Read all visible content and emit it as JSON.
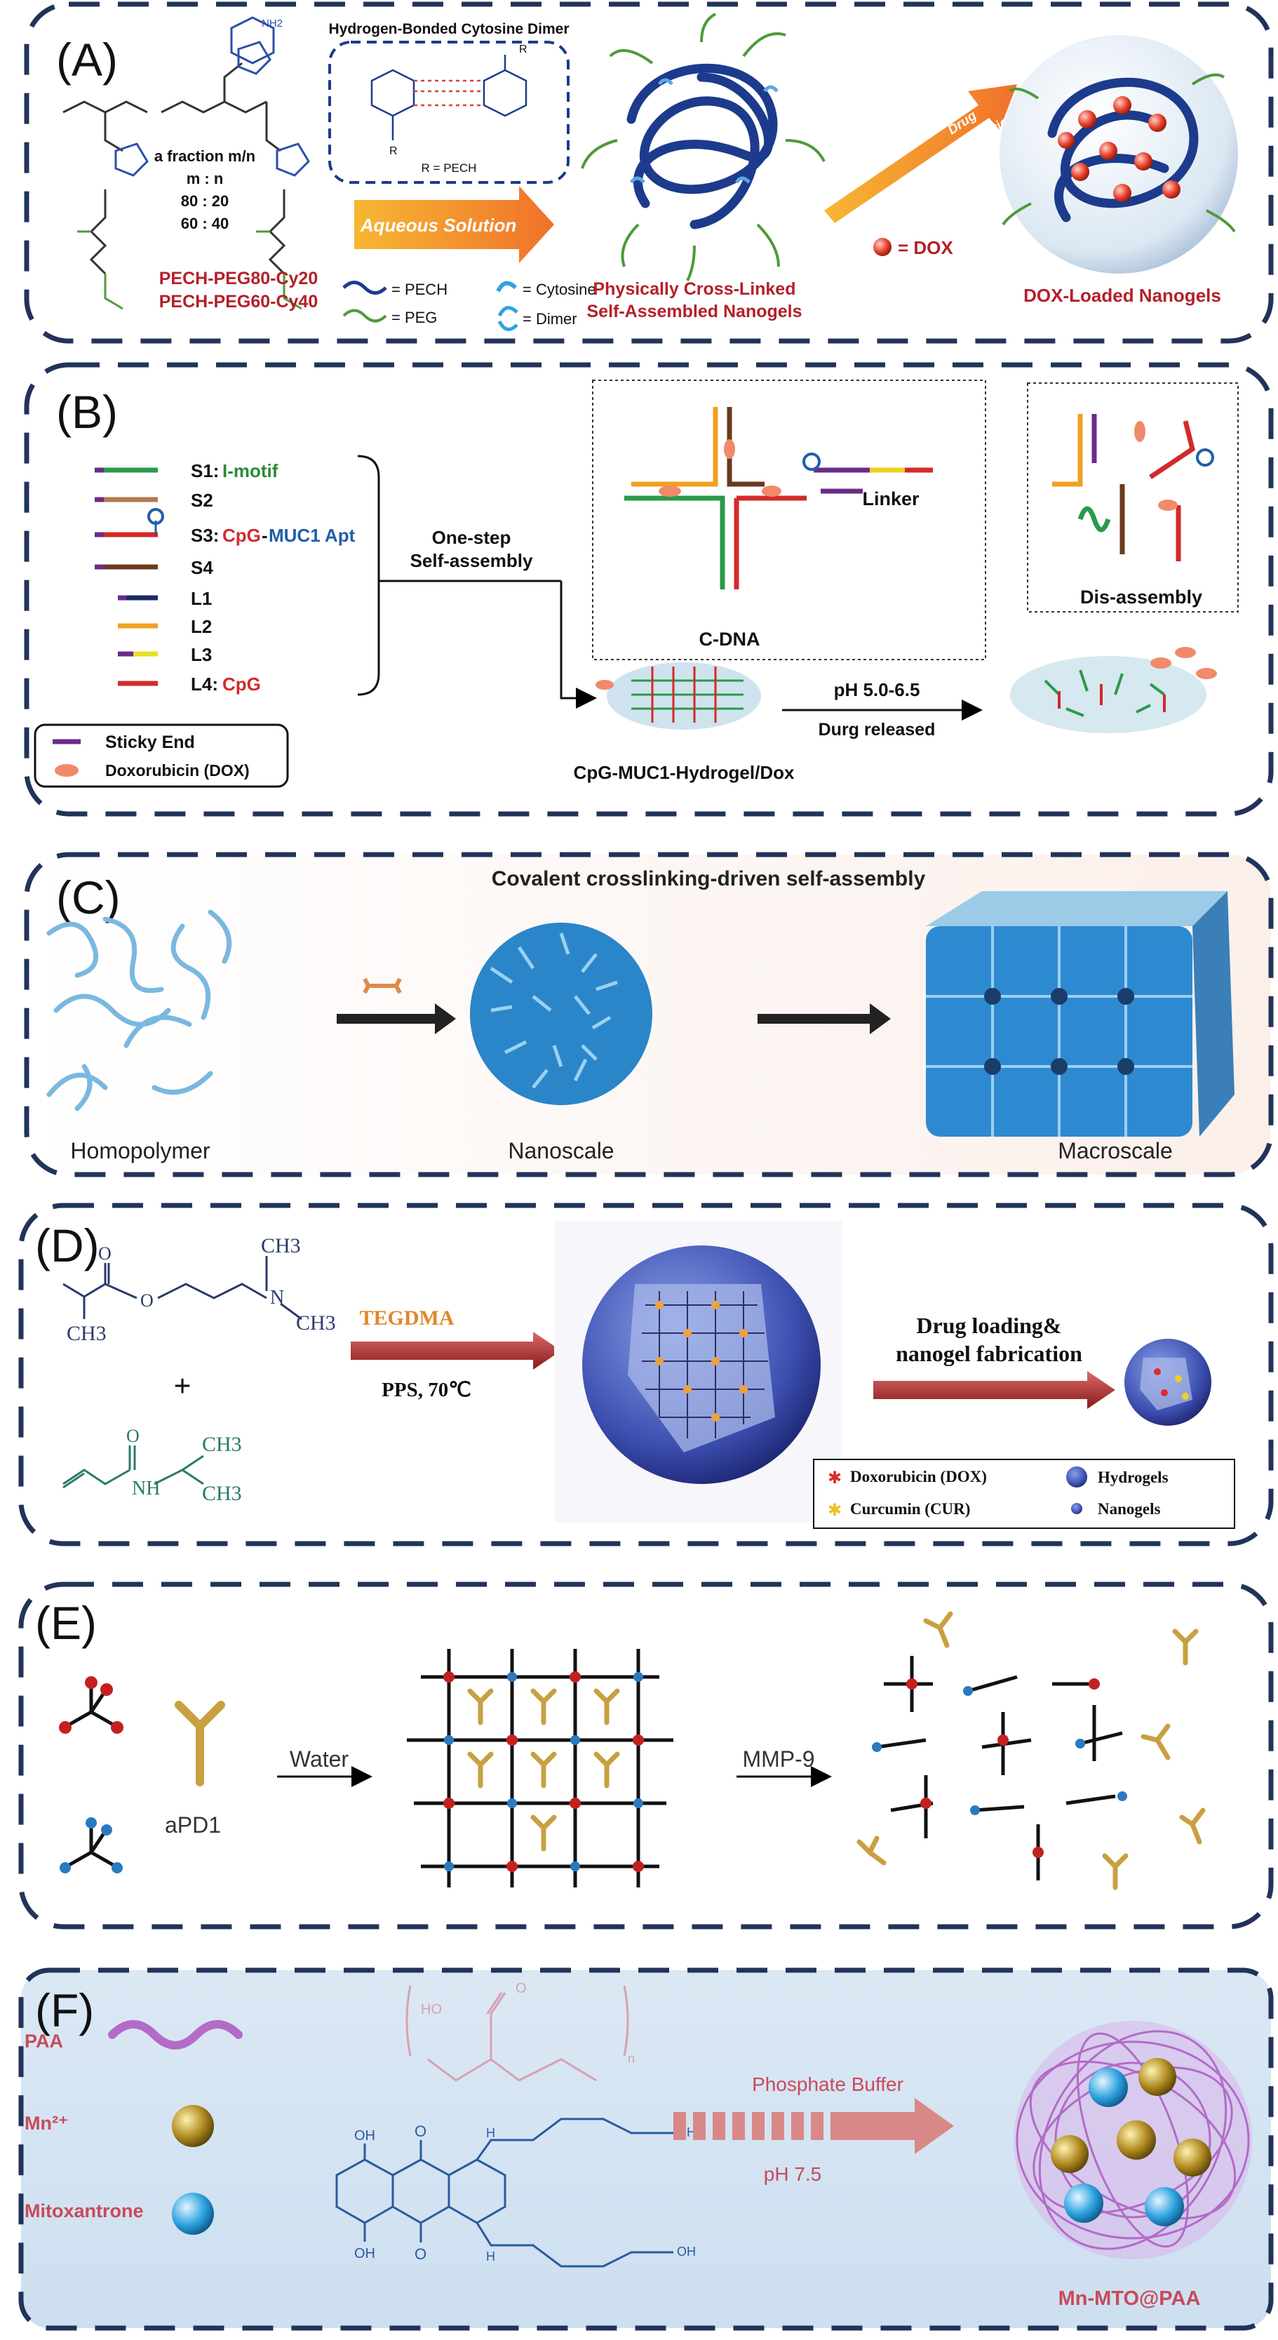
{
  "panel_a": {
    "label": "(A)",
    "dimer_title": "Hydrogen-Bonded Cytosine Dimer",
    "r_note": "R = PECH",
    "fraction_title": "a fraction m/n",
    "ratio_header": "m : n",
    "ratio_1": "80 : 20",
    "ratio_2": "60 : 40",
    "polymer_1": "PECH-PEG80-Cy20",
    "polymer_2": "PECH-PEG60-Cy40",
    "aqueous": "Aqueous Solution",
    "legend_pech": "= PECH",
    "legend_peg": "= PEG",
    "legend_cytosine": "= Cytosine",
    "legend_dimer": "= Dimer",
    "nanogel_label_1": "Physically Cross-Linked",
    "nanogel_label_2": "Self-Assembled Nanogels",
    "drug_encap_1": "Drug",
    "drug_encap_2": "Encapsulation",
    "dox_legend": "= DOX",
    "dox_nanogel": "DOX-Loaded Nanogels",
    "nh2": "NH2",
    "r": "R"
  },
  "panel_b": {
    "label": "(B)",
    "s1": "S1:",
    "s1_note": "I-motif",
    "s2": "S2",
    "s3": "S3:",
    "s3_cpg": "CpG",
    "s3_dash": "-",
    "s3_muc": "MUC1 Apt",
    "s4": "S4",
    "l1": "L1",
    "l2": "L2",
    "l3": "L3",
    "l4": "L4:",
    "l4_note": "CpG",
    "one_step_1": "One-step",
    "one_step_2": "Self-assembly",
    "cdna": "C-DNA",
    "linker": "Linker",
    "disassembly": "Dis-assembly",
    "ph": "pH 5.0-6.5",
    "released": "Durg released",
    "hydrogel": "CpG-MUC1-Hydrogel/Dox",
    "sticky_end": "Sticky End",
    "doxorubicin": "Doxorubicin (DOX)"
  },
  "panel_c": {
    "label": "(C)",
    "title": "Covalent crosslinking-driven self-assembly",
    "homopolymer": "Homopolymer",
    "nanoscale": "Nanoscale",
    "macroscale": "Macroscale"
  },
  "panel_d": {
    "label": "(D)",
    "tegdma": "TEGDMA",
    "pps": "PPS, 70℃",
    "drug_loading_1": "Drug loading&",
    "drug_loading_2": "nanogel fabrication",
    "legend_dox": "Doxorubicin (DOX)",
    "legend_cur": "Curcumin (CUR)",
    "legend_hydrogels": "Hydrogels",
    "legend_nanogels": "Nanogels",
    "ch3": "CH3",
    "n": "N",
    "o": "O",
    "nh": "NH",
    "plus": "+"
  },
  "panel_e": {
    "label": "(E)",
    "apd1": "aPD1",
    "water": "Water",
    "mmp9": "MMP-9"
  },
  "panel_f": {
    "label": "(F)",
    "paa": "PAA",
    "mn": "Mn²⁺",
    "mitoxantrone": "Mitoxantrone",
    "buffer": "Phosphate Buffer",
    "ph": "pH 7.5",
    "product": "Mn-MTO@PAA",
    "ho": "HO",
    "o": "O",
    "oh": "OH",
    "h": "H",
    "n": "n"
  },
  "colors": {
    "frame": "#22335a",
    "red_label": "#b3202a",
    "blue_label": "#1f5fa8",
    "green_label": "#2a8a3a",
    "pech": "#1c3b8c",
    "peg": "#4e9a3a",
    "paa": "#b36bc7",
    "mmp_arrow": "#d24a4a"
  }
}
